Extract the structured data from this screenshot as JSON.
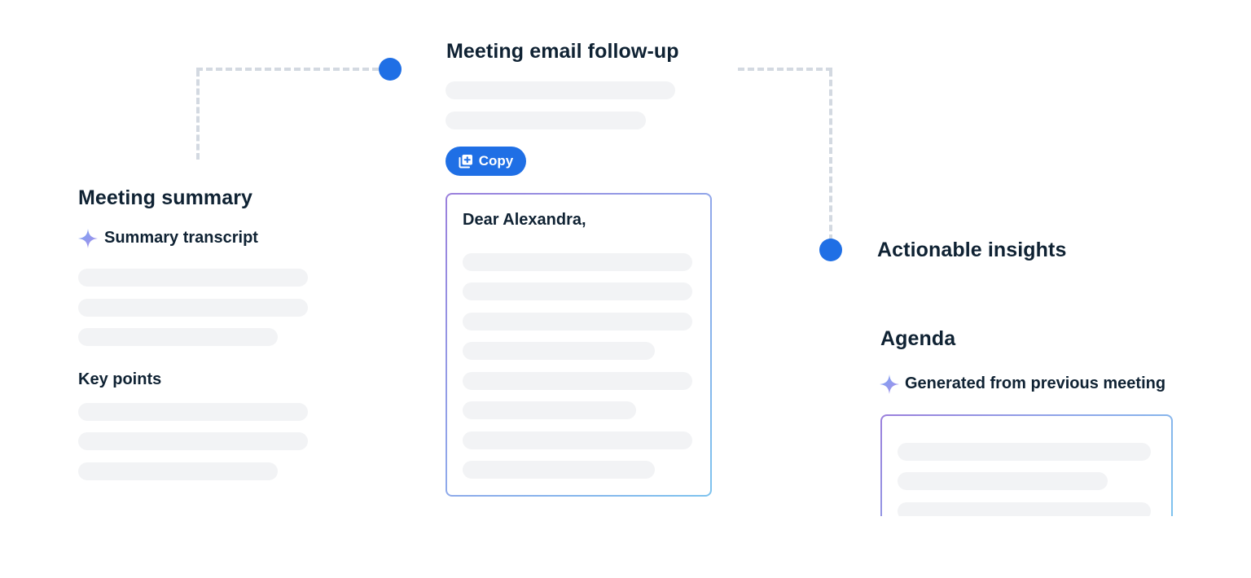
{
  "email_followup": {
    "title": "Meeting email follow-up",
    "copy_button_label": "Copy",
    "copy_icon": "copy-plus-icon",
    "greeting": "Dear Alexandra,"
  },
  "meeting_summary": {
    "title": "Meeting summary",
    "sparkle_icon": "sparkle-icon",
    "transcript_label": "Summary transcript",
    "key_points_label": "Key points"
  },
  "actionable_insights": {
    "title": "Actionable insights"
  },
  "agenda": {
    "title": "Agenda",
    "sparkle_icon": "sparkle-icon",
    "subtitle": "Generated from previous meeting"
  },
  "colors": {
    "accent_blue": "#1f6fe5",
    "heading_text": "#0f2233",
    "skeleton": "#f2f3f5",
    "connector": "#d3d9e1",
    "gradient_start": "#9a7fdc",
    "gradient_end": "#7ec3ee",
    "sparkle_start": "#7aa7f4",
    "sparkle_end": "#a88ce8"
  }
}
